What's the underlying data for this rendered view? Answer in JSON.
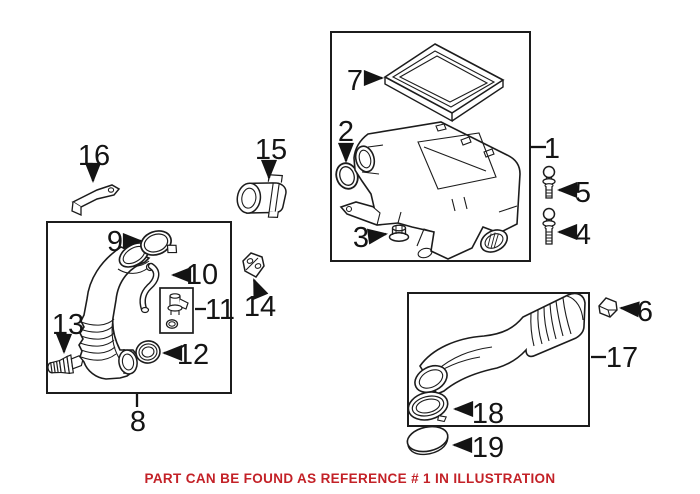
{
  "illustration": {
    "callouts": [
      {
        "ref": "1"
      },
      {
        "ref": "2"
      },
      {
        "ref": "3"
      },
      {
        "ref": "4"
      },
      {
        "ref": "5"
      },
      {
        "ref": "6"
      },
      {
        "ref": "7"
      },
      {
        "ref": "8"
      },
      {
        "ref": "9"
      },
      {
        "ref": "10"
      },
      {
        "ref": "11"
      },
      {
        "ref": "12"
      },
      {
        "ref": "13"
      },
      {
        "ref": "14"
      },
      {
        "ref": "15"
      },
      {
        "ref": "16"
      },
      {
        "ref": "17"
      },
      {
        "ref": "18"
      },
      {
        "ref": "19"
      }
    ]
  },
  "footer": {
    "note": "PART CAN BE FOUND AS REFERENCE # 1 IN ILLUSTRATION"
  },
  "colors": {
    "note_red": "#C32127",
    "line_black": "#1C1C1C",
    "background": "#FFFFFF"
  }
}
